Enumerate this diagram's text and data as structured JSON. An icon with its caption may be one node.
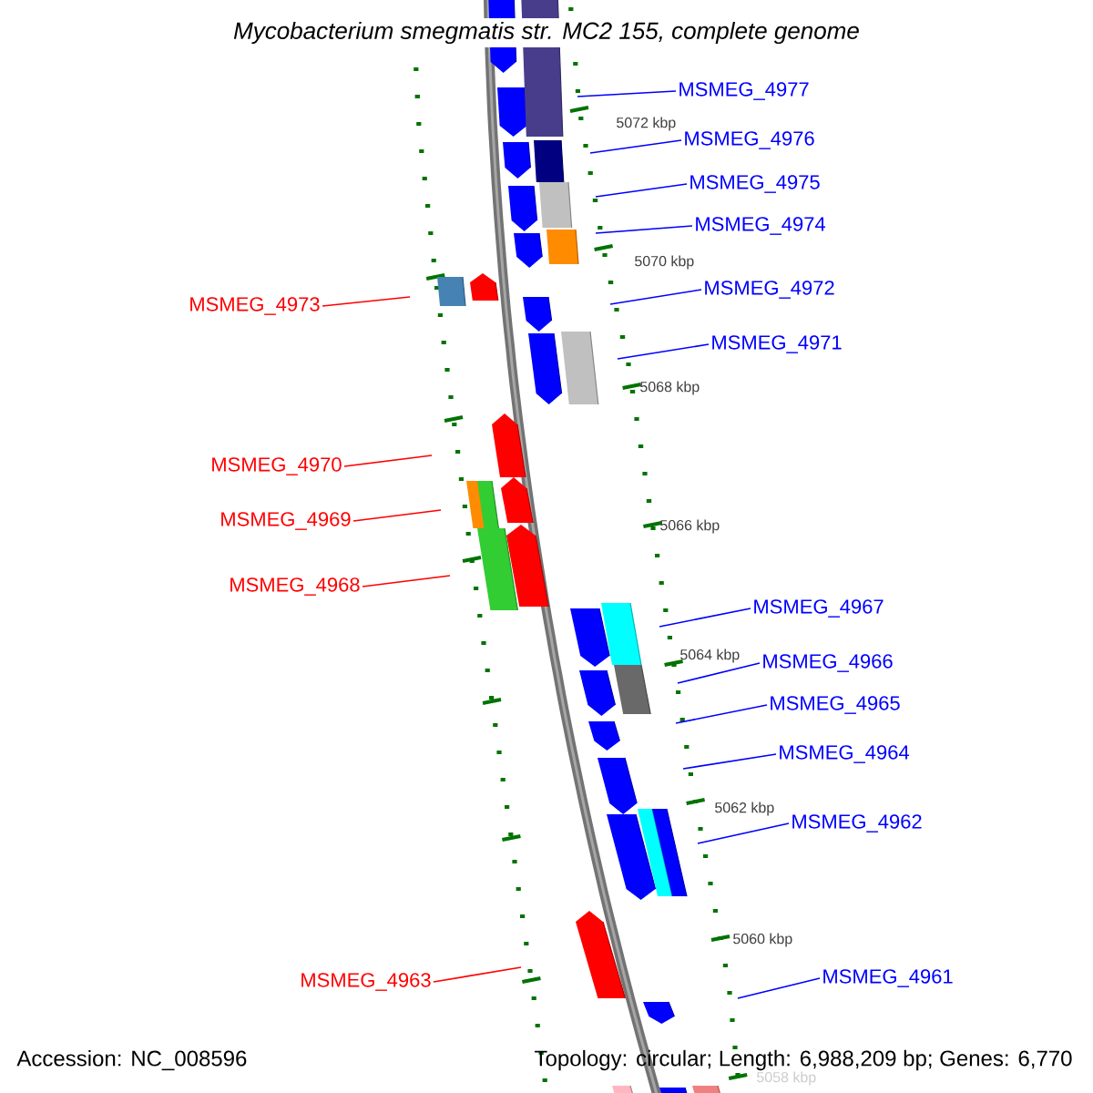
{
  "diagram": {
    "title": "*Mycobacterium smegmatis str. MC2 155, complete genome*",
    "nodes": [
      {
        "text": [
          "MSMEG_4977"
        ]
      },
      {
        "text": [
          "MSMEG_4976"
        ]
      },
      {
        "text": [
          "MSMEG_4975"
        ]
      },
      {
        "text": [
          "MSMEG_4974"
        ]
      },
      {
        "text": [
          "MSMEG_4973"
        ]
      },
      {
        "text": [
          "MSMEG_4972"
        ]
      },
      {
        "text": [
          "MSMEG_4971"
        ]
      },
      {
        "text": [
          "MSMEG_4970"
        ]
      },
      {
        "text": [
          "MSMEG_4969"
        ]
      },
      {
        "text": [
          "MSMEG_4968"
        ]
      },
      {
        "text": [
          "MSMEG_4967"
        ]
      },
      {
        "text": [
          "MSMEG_4966"
        ]
      },
      {
        "text": [
          "MSMEG_4965"
        ]
      },
      {
        "text": [
          "MSMEG_4964"
        ]
      },
      {
        "text": [
          "MSMEG_4962"
        ]
      },
      {
        "text": [
          "MSMEG_4963"
        ]
      },
      {
        "text": [
          "MSMEG_4961"
        ]
      }
    ],
    "edges": [
      {
        "from": 0,
        "to": null,
        "arrow": "none"
      },
      {
        "from": 1,
        "to": null,
        "arrow": "none"
      },
      {
        "from": 2,
        "to": null,
        "arrow": "none"
      },
      {
        "from": 3,
        "to": null,
        "arrow": "none"
      },
      {
        "from": 4,
        "to": null,
        "arrow": "none",
        "color": "#ff0000"
      },
      {
        "from": 5,
        "to": null,
        "arrow": "none"
      },
      {
        "from": 6,
        "to": null,
        "arrow": "none"
      },
      {
        "from": 7,
        "to": null,
        "arrow": "none",
        "color": "#ff0000"
      },
      {
        "from": 8,
        "to": null,
        "arrow": "none",
        "color": "#ff0000"
      },
      {
        "from": 9,
        "to": null,
        "arrow": "none",
        "color": "#ff0000"
      },
      {
        "from": 10,
        "to": null,
        "arrow": "none"
      },
      {
        "from": 11,
        "to": null,
        "arrow": "none"
      },
      {
        "from": 12,
        "to": null,
        "arrow": "none"
      },
      {
        "from": 13,
        "to": null,
        "arrow": "none"
      },
      {
        "from": 14,
        "to": null,
        "arrow": "none"
      },
      {
        "from": 15,
        "to": null,
        "arrow": "none",
        "color": "#ff0000"
      },
      {
        "from": 16,
        "to": null,
        "arrow": "none"
      }
    ],
    "labels": [
      "5072 kbp",
      "5070 kbp",
      "5068 kbp",
      "5066 kbp",
      "5064 kbp",
      "5062 kbp",
      "5060 kbp",
      "5058 kbp",
      "Accession: NC_008596",
      "Topology: circular; Length: 6,988,209 bp; Genes: 6,770"
    ]
  }
}
